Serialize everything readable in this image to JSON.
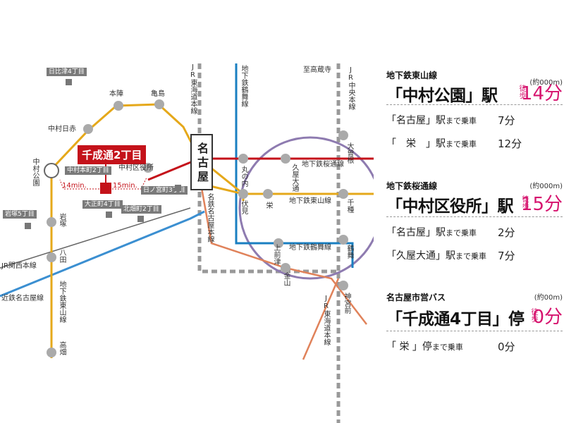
{
  "map": {
    "site_name": "千成通2丁目",
    "walk_left": "14min.",
    "walk_right": "15min.",
    "nagoya": "名古屋",
    "stations": {
      "honjin": "本陣",
      "kameshima": "亀島",
      "nakamura_nisseki": "中村日赤",
      "nakamura_koen": "中村公園",
      "nakamura_kuyakusho": "中村区役所",
      "iwatsuka": "岩塚",
      "hatta": "八田",
      "takabata": "高畑",
      "marunouchi": "丸の内",
      "fushimi": "伏見",
      "sakae": "栄",
      "hisaya_odori": "久屋大通",
      "kami_maezu": "上前津",
      "kanayama": "金山",
      "jingu_mae": "神宮前",
      "ozone": "大曽根",
      "chikusa": "千種",
      "tsurumai": "鶴舞",
      "to_takakura": "至高蔵寺"
    },
    "lines": {
      "jr_tokaido_upper": "JR東海道本線",
      "jr_chuo": "JR中央本線",
      "subway_tsurumai": "地下鉄鶴舞線",
      "subway_sakuradori_label": "地下鉄桜通線",
      "subway_higashiyama_label": "地下鉄東山線",
      "subway_tsurumai_label": "地下鉄鶴舞線",
      "meitetsu": "名鉄名古屋本線",
      "jr_kansai": "JR関西本線",
      "kintetsu": "近鉄名古屋線",
      "subway_higashiyama_vert": "地下鉄東山線",
      "jr_tokaido_lower": "JR東海道本線"
    },
    "districts": {
      "hibitsu": "日比津4丁目",
      "nakamura_honmachi": "中村本町2丁目",
      "hinomiya": "日ノ宮町3丁目",
      "taishocho": "大正町4丁目",
      "kitamura": "北畑町2丁目",
      "iwatsuka5": "岩塚5丁目"
    }
  },
  "panel": {
    "sections": [
      {
        "line": "地下鉄東山線",
        "approx": "(約000m)",
        "station": "「中村公園」駅",
        "walk": "徒歩",
        "minutes": "14分",
        "rides": [
          {
            "dest": "「名古屋」駅",
            "suffix": "まで乗車",
            "time": "7分"
          },
          {
            "dest": "「　栄　」駅",
            "suffix": "まで乗車",
            "time": "12分"
          }
        ]
      },
      {
        "line": "地下鉄桜通線",
        "approx": "(約000m)",
        "station": "「中村区役所」駅",
        "walk": "徒歩",
        "minutes": "15分",
        "rides": [
          {
            "dest": "「名古屋」駅",
            "suffix": "まで乗車",
            "time": "2分"
          },
          {
            "dest": "「久屋大通」駅",
            "suffix": "まで乗車",
            "time": "7分"
          }
        ]
      },
      {
        "line": "名古屋市営バス",
        "approx": "(約00m)",
        "station": "「千成通4丁目」停",
        "walk": "徒歩",
        "minutes": "0分",
        "rides": [
          {
            "dest": "「 栄 」停",
            "suffix": "まで乗車",
            "time": "0分"
          }
        ]
      }
    ]
  },
  "colors": {
    "higashiyama": "#e5a81a",
    "sakuradori": "#c4121a",
    "tsurumai": "#1a7fc1",
    "meijo": "#8e7bb0",
    "jr": "#8a8a8a",
    "meitetsu": "#e0825a",
    "kansai": "#3b8fd1",
    "accent_pink": "#d6136e"
  }
}
